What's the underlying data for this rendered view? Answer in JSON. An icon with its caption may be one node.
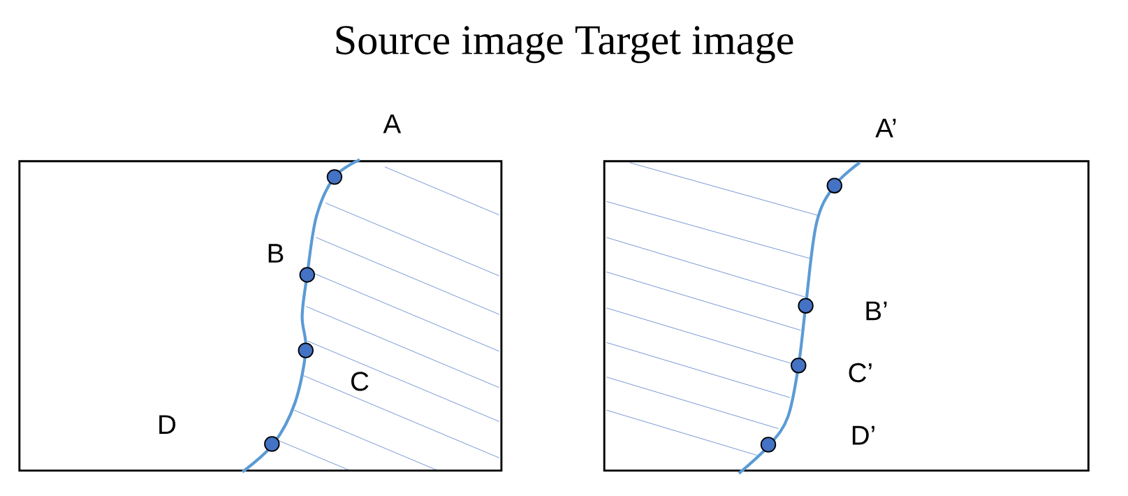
{
  "diagram": {
    "title": "Source image Target image",
    "labels": [
      "A",
      "A’",
      "B",
      "B’",
      "C",
      "C’",
      "D",
      "D’"
    ]
  }
}
